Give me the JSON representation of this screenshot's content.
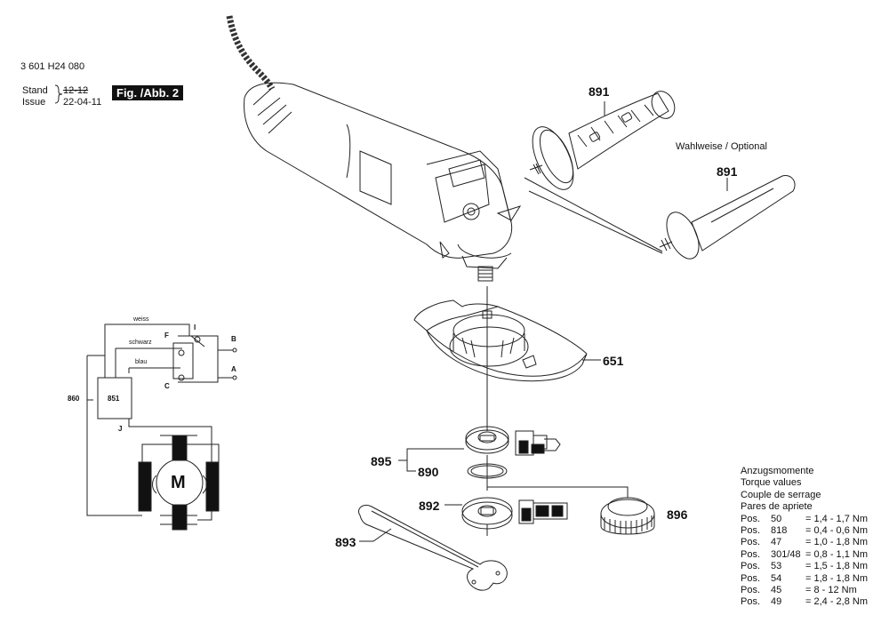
{
  "header": {
    "doc_number": "3 601 H24 080",
    "stand_label": "Stand",
    "issue_label": "Issue",
    "stand_value": "12-12",
    "issue_value": "22-04-11",
    "figure_label": "Fig. /Abb. 2"
  },
  "parts": {
    "p891a": "891",
    "p891b": "891",
    "optional": "Wahlweise / Optional",
    "p651": "651",
    "p895": "895",
    "p890": "890",
    "p892": "892",
    "p896": "896",
    "p893": "893"
  },
  "wiring": {
    "weiss": "weiss",
    "schwarz": "schwarz",
    "blau": "blau",
    "I": "I",
    "F": "F",
    "C": "C",
    "B": "B",
    "A": "A",
    "J": "J",
    "p860": "860",
    "p851": "851",
    "motor": "M"
  },
  "torque": {
    "title1": "Anzugsmomente",
    "title2": "Torque values",
    "title3": "Couple de serrage",
    "title4": "Pares de apriete",
    "rows": [
      {
        "pos": "Pos.",
        "num": "50",
        "val": "= 1,4 - 1,7 Nm"
      },
      {
        "pos": "Pos.",
        "num": "818",
        "val": "= 0,4 - 0,6 Nm"
      },
      {
        "pos": "Pos.",
        "num": "47",
        "val": "= 1,0 - 1,8 Nm"
      },
      {
        "pos": "Pos.",
        "num": "301/48",
        "val": "= 0,8 - 1,1 Nm"
      },
      {
        "pos": "Pos.",
        "num": "53",
        "val": "= 1,5 - 1,8 Nm"
      },
      {
        "pos": "Pos.",
        "num": "54",
        "val": "= 1,8 - 1,8 Nm"
      },
      {
        "pos": "Pos.",
        "num": "45",
        "val": "= 8 - 12 Nm"
      },
      {
        "pos": "Pos.",
        "num": "49",
        "val": "= 2,4 - 2,8 Nm"
      }
    ]
  }
}
